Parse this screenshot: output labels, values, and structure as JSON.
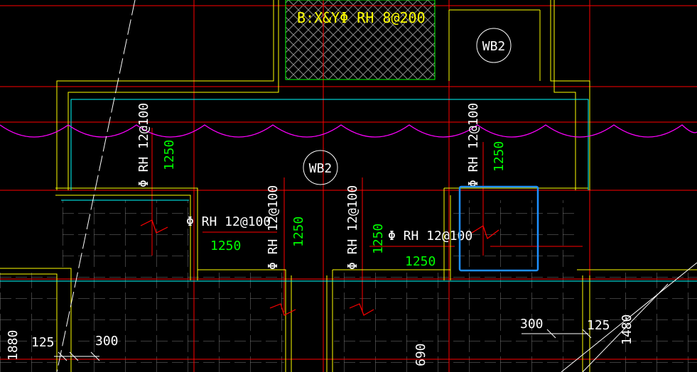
{
  "colors": {
    "background": "#000000",
    "red": "#ff0000",
    "yellow": "#ffff00",
    "cyan": "#00ffff",
    "white": "#ffffff",
    "green": "#00ff00",
    "magenta": "#ff00ff",
    "gray": "#808080",
    "selection": "#1e90ff"
  },
  "labels": {
    "mesh_note": "B:X&YΦ RH 8@200",
    "slab_top": "WB2",
    "slab_center": "WB2",
    "rebar_left_vertical": "Φ RH 12@100",
    "rebar_left_len": "1250",
    "rebar_left_horizontal": "Φ RH 12@100",
    "rebar_left_horizontal_len": "1250",
    "rebar_mid1_vertical": "Φ RH 12@100",
    "rebar_mid1_len": "1250",
    "rebar_mid2_vertical": "Φ RH 12@100",
    "rebar_mid2_len": "1250",
    "rebar_right_horizontal": "Φ RH 12@100",
    "rebar_right_horizontal_len": "1250",
    "rebar_right_vertical": "Φ RH 12@100",
    "rebar_right_len": "1250",
    "dim_1880": "1880",
    "dim_125_left": "125",
    "dim_300_left": "300",
    "dim_690": "690",
    "dim_300_right": "300",
    "dim_125_right": "125",
    "dim_1480": "1480"
  }
}
